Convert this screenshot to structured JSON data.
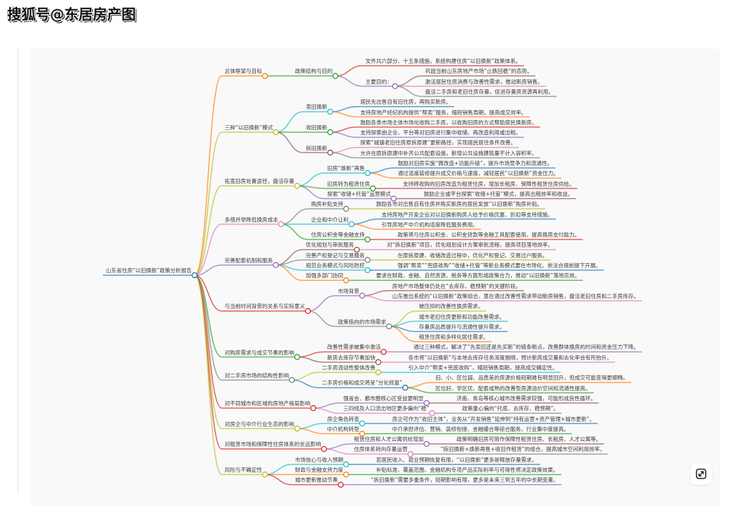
{
  "watermark": {
    "text": "搜狐号@东居房产图",
    "logo_text": "搜"
  },
  "palette": [
    "#1f77b4",
    "#ff7f0e",
    "#2ca02c",
    "#d62728",
    "#9467bd",
    "#8c564b",
    "#e377c2",
    "#7f7f7f",
    "#bcbd22",
    "#17becf"
  ],
  "expand_button": {
    "icon": "expand-arrows-icon"
  },
  "mindmap": {
    "t": "山东省住房“以旧换新”政策分析报告",
    "c": [
      {
        "t": "总体框架与目标",
        "c": [
          {
            "t": "政策结构与目的",
            "c": [
              {
                "t": "文件共六部分、十五条措施，系统构建住房“以旧换新”政策体系。"
              },
              {
                "t": "主要目的：",
                "c": [
                  {
                    "t": "巩固当前山东房地产市场“止跌回稳”的态势。"
                  },
                  {
                    "t": "激活居民住房消费与改善性需求，推动新房销售。"
                  },
                  {
                    "t": "盘活二手房和老旧住房存量，促进存量房资源再利用。"
                  }
                ]
              }
            ]
          }
        ]
      },
      {
        "t": "三种“以旧换新”模式",
        "c": [
          {
            "t": "卖旧换新",
            "c": [
              {
                "t": "居民先出售自有旧住房，再购买新房。"
              },
              {
                "t": "支持房地产经纪机构提供“帮卖”服务，缩短销售周期，提高成交效率。"
              }
            ]
          },
          {
            "t": "收旧换新",
            "c": [
              {
                "t": "鼓励各类市场主体市场化收购二手房，以收购旧房的方式帮助居民换新房。"
              },
              {
                "t": "支持探索由企业、平台等对旧房进行集中收储，再改造利用或出租。"
              }
            ]
          },
          {
            "t": "拆旧换新",
            "c": [
              {
                "t": "探索“城镇老旧住房原拆原建”更新路径，实现居民居住条件改善。"
              },
              {
                "t": "允许在原拆原建中补齐公共配套设施，新增公共设施建筑量不计入容积率。"
              }
            ]
          }
        ]
      },
      {
        "t": "拓宽旧房处置途径，盘活存量",
        "c": [
          {
            "t": "旧房“焕新”再售",
            "c": [
              {
                "t": "鼓励对旧房实施“微改造+功能升级”，提升市场竞争力和流通性。"
              },
              {
                "t": "通过适度装修提升成交价格与速度，减轻居民“以旧换新”资金压力。"
              }
            ]
          },
          {
            "t": "旧房转为租赁住房",
            "c": [
              {
                "t": "支持将收购的旧房改造为租赁住房，增加长租房、保障性租赁住房供给。"
              }
            ]
          },
          {
            "t": "探索“收储+托管”运营模式",
            "c": [
              {
                "t": "鼓励企业或平台探索“收储+托管”模式，提高出租效率和收益。"
              }
            ]
          }
        ]
      },
      {
        "t": "多措并举降低换房成本",
        "c": [
          {
            "t": "购房补贴支持",
            "c": [
              {
                "t": "鼓励各市对出售自有住房并购买新房的居民发放“以旧换新”购房补贴。"
              }
            ]
          },
          {
            "t": "企业和中介让利",
            "c": [
              {
                "t": "支持房地产开发企业对以旧换新购房人给予价格优惠、折扣等支持措施。"
              },
              {
                "t": "引导房地产中介机构适度降低服务费用。"
              }
            ]
          },
          {
            "t": "住房公积金等金融支持",
            "c": [
              {
                "t": "政策将与住房公积金、公积金贷款等金融工具配套使用，提高换房支付能力。"
              }
            ]
          }
        ]
      },
      {
        "t": "完善配套机制和服务",
        "c": [
          {
            "t": "优化规划与审批服务",
            "c": [
              {
                "t": "对“拆旧换新”项目，优化规划设计方案审批流程，提高项目落地效率。"
              }
            ]
          },
          {
            "t": "完善产权登记与交易服务",
            "c": [
              {
                "t": "在原拆原建、收储改造过程中，优化产权登记、交易过户服务。"
              }
            ]
          },
          {
            "t": "规范业务模式与风险防控",
            "c": [
              {
                "t": "强调“帮卖”“兜底收购”“收储+托管”等新业务模式要在市场化、依法合规前提下开展。"
              }
            ]
          },
          {
            "t": "加强多部门协同",
            "c": [
              {
                "t": "要求在财政、金融、自然资源、税务等方面形成政策合力，推动“以旧换新”落地见效。"
              }
            ]
          }
        ]
      },
      {
        "t": "与当前时间背景的关系与实际意义",
        "c": [
          {
            "t": "市场背景",
            "c": [
              {
                "t": "房地产市场整体仍处在“去库存、稳预期”的关键阶段。"
              },
              {
                "t": "山东推出系统的“以旧换新”政策组合，意在通过改善性需求带动新房销售，盘活老旧住房和二手房库存。"
              }
            ]
          },
          {
            "t": "政策指向的市场需求",
            "c": [
              {
                "t": "被压抑的改善性换房需求。"
              },
              {
                "t": "城市老旧住房更新和功能改善需求。"
              },
              {
                "t": "存量房品质提升与流通性提升需求。"
              },
              {
                "t": "租赁住房和多样化居住需求。"
              }
            ]
          }
        ]
      },
      {
        "t": "对购房需求与成交节奏的影响",
        "c": [
          {
            "t": "改善性需求被集中激活",
            "c": [
              {
                "t": "通过三种模式，解决了“先卖旧还是先买新”的链条断点，改善群体换房的时间和资金压力下降。"
              }
            ]
          },
          {
            "t": "新房去库存节奏加快",
            "c": [
              {
                "t": "各市将“以旧换新”与本地去库存任务深度捆绑，预计新房成交量和去化率会有所抬升。"
              }
            ]
          }
        ]
      },
      {
        "t": "对二手房市场的结构性影响",
        "c": [
          {
            "t": "二手房流动性整体改善",
            "c": [
              {
                "t": "引入中介“帮卖+兜底收购”，缩短销售周期，提高成交确定性。"
              }
            ]
          },
          {
            "t": "二手房价格和成交将呈“分化修复”",
            "c": [
              {
                "t": "旧、小、区位弱、品质差的房源价格短期难有明显回升，但成交可能变得更顺畅。"
              },
              {
                "t": "区位好、学区优、配套成熟的改善型房源溢价空间和流通性提高。"
              }
            ]
          }
        ]
      },
      {
        "t": "对不同城市和区域的房地产格局影响",
        "c": [
          {
            "t": "强省会、都市圈核心区受益更明显",
            "c": [
              {
                "t": "济南、青岛等核心城市改善需求较强，可能形成良性循环。"
              }
            ]
          },
          {
            "t": "三四线及人口流出地区更多偏向“稳”",
            "c": [
              {
                "t": "政策重心偏向“托底、去库存、稳预期”。"
              }
            ]
          }
        ]
      },
      {
        "t": "对房企与中介行业生态的影响",
        "c": [
          {
            "t": "房企角色转变",
            "c": [
              {
                "t": "房企可作为“收旧主体”，业务从“开发销售”延伸到“持有运营+资产管理+城市更新”。"
              }
            ]
          },
          {
            "t": "中介机构转型",
            "c": [
              {
                "t": "中介承担评估、营销、装修衔接、金融撮合等综合服务，行业集中度提高。"
              }
            ]
          }
        ]
      },
      {
        "t": "对租赁市场和保障性住房体系的长远影响",
        "c": [
          {
            "t": "租赁住房和人才公寓供给增加",
            "c": [
              {
                "t": "政策明确旧房可用作保障性租赁住房、长租房、人才公寓等。"
              }
            ]
          },
          {
            "t": "住房体系转向存量运营",
            "c": [
              {
                "t": "“拆旧换新+焕新再售+收旧作租赁”的组合，提高城市空间利用效率。"
              }
            ]
          }
        ]
      },
      {
        "t": "风险与不确定性",
        "c": [
          {
            "t": "市场信心与收入预期",
            "c": [
              {
                "t": "若居民收入、就业预期恢复有限，“以旧换新”更多是释放存量需求。"
              }
            ]
          },
          {
            "t": "财政与金融支持力度",
            "c": [
              {
                "t": "补贴标准、覆盖范围、金融机构专项产品实际利率与可得性将决定政策效果。"
              }
            ]
          },
          {
            "t": "城市更新推动节奏",
            "c": [
              {
                "t": "“拆旧换新”需要多重条件，短期影响有限，更多是未来三到五年的中长期变量。"
              }
            ]
          }
        ]
      }
    ]
  }
}
